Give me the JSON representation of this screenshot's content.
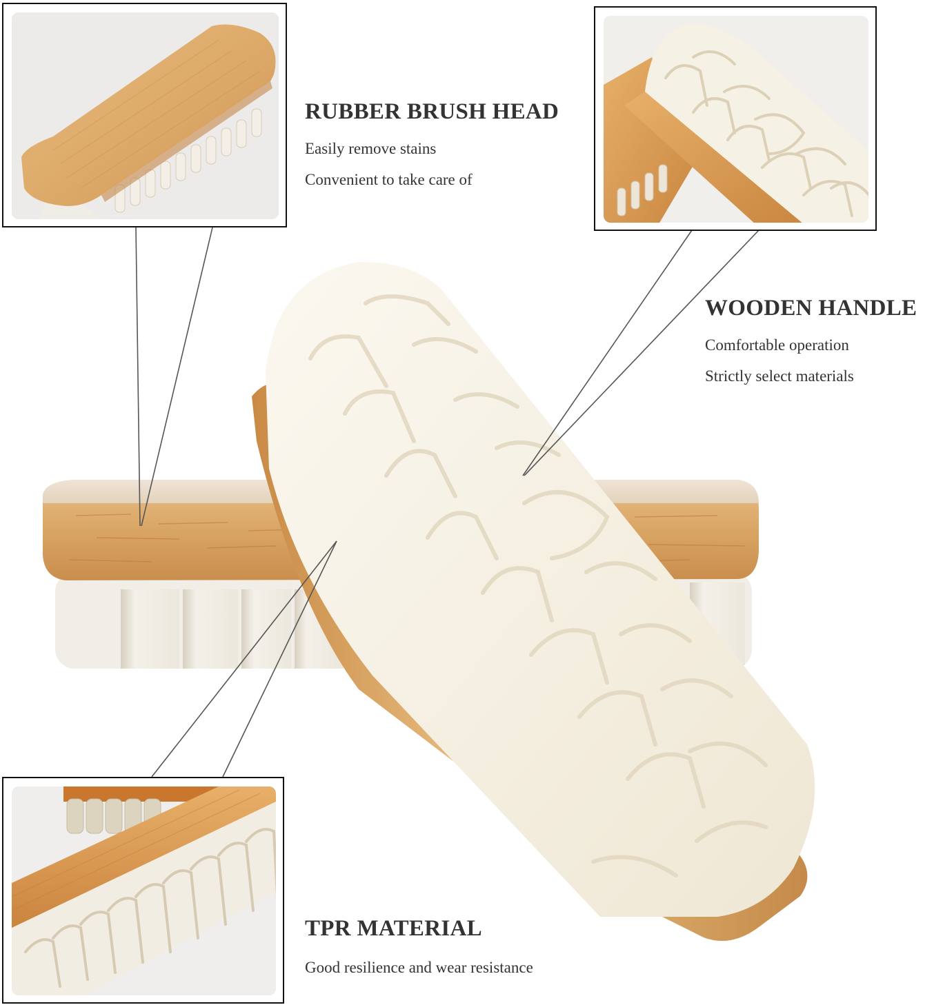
{
  "features": [
    {
      "id": "rubber-brush-head",
      "title": "RUBBER BRUSH HEAD",
      "lines": [
        "Easily remove stains",
        "Convenient to take care of"
      ]
    },
    {
      "id": "wooden-handle",
      "title": "WOODEN HANDLE",
      "lines": [
        "Comfortable operation",
        "Strictly select materials"
      ]
    },
    {
      "id": "tpr-material",
      "title": "TPR MATERIAL",
      "lines": [
        "Good resilience and wear resistance"
      ]
    }
  ],
  "colors": {
    "text": "#333333",
    "wood_light": "#e6b97c",
    "wood_mid": "#d19a57",
    "wood_dark": "#b97a3a",
    "rubber": "#f4efe2",
    "rubber_shadow": "#ddd3bd",
    "callout_line": "#555555",
    "inset_border": "#111111"
  },
  "insets": [
    {
      "name": "top-left-inset",
      "depicts": "wooden brush top view"
    },
    {
      "name": "top-right-inset",
      "depicts": "rubber crepe brush head close-up"
    },
    {
      "name": "bottom-left-inset",
      "depicts": "TPR rubber bristles close-up"
    }
  ]
}
